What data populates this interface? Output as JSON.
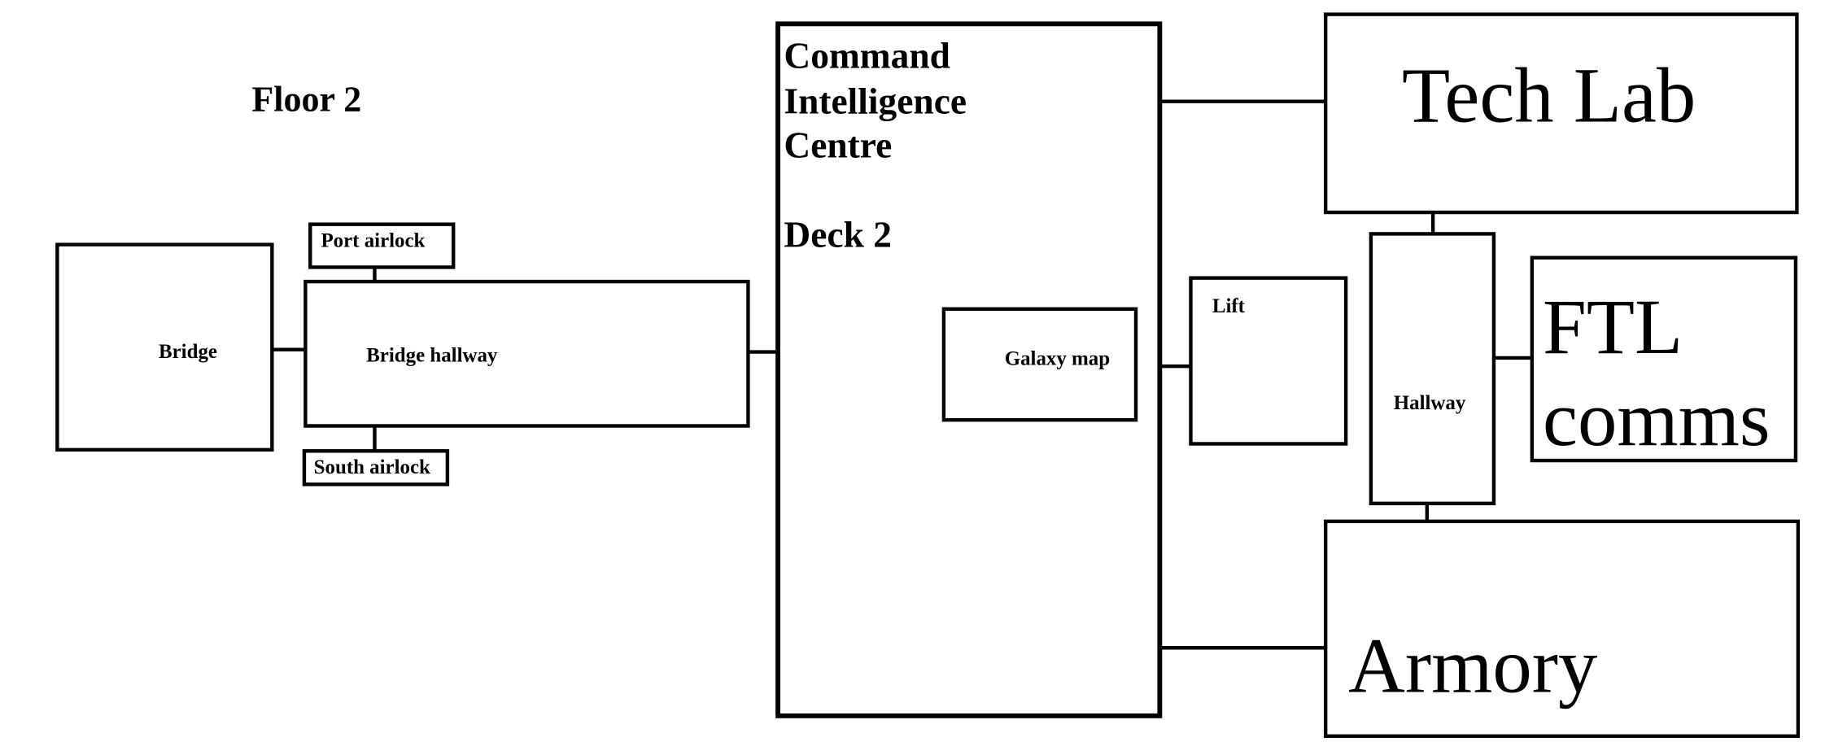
{
  "diagram": {
    "title": "Floor 2",
    "rooms": {
      "bridge": "Bridge",
      "bridge_hallway": "Bridge hallway",
      "port_airlock": "Port airlock",
      "south_airlock": "South airlock",
      "cic_line1": "Command",
      "cic_line2": "Intelligence",
      "cic_line3": "Centre",
      "cic_deck": "Deck 2",
      "galaxy_map": "Galaxy map",
      "lift": "Lift",
      "hallway": "Hallway",
      "tech_lab": "Tech Lab",
      "ftl_line1": "FTL",
      "ftl_line2": "comms",
      "armory": "Armory"
    }
  }
}
